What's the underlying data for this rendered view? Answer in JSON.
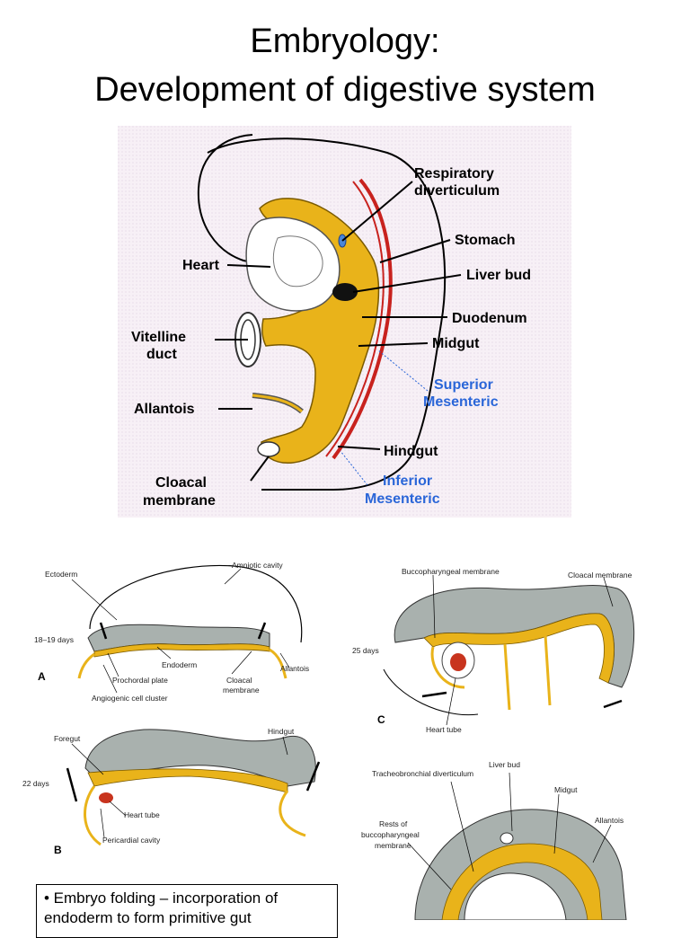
{
  "title": {
    "line1": "Embryology:",
    "line2": "Development of digestive system"
  },
  "colors": {
    "endoderm": "#e9b31a",
    "ectoderm_gray": "#a9b1ae",
    "vessel_red": "#c8221e",
    "label_blue": "#2a66d8",
    "background_main": "#f6eef6"
  },
  "main_diagram": {
    "labels": {
      "respiratory_1": "Respiratory",
      "respiratory_2": "diverticulum",
      "stomach": "Stomach",
      "heart": "Heart",
      "liver_bud": "Liver bud",
      "duodenum": "Duodenum",
      "vitelline_1": "Vitelline",
      "vitelline_2": "duct",
      "midgut": "Midgut",
      "superior_1": "Superior",
      "superior_2": "Mesenteric",
      "allantois": "Allantois",
      "hindgut": "Hindgut",
      "cloacal_1": "Cloacal",
      "cloacal_2": "membrane",
      "inferior_1": "Inferior",
      "inferior_2": "Mesenteric"
    }
  },
  "panel_a": {
    "letter": "A",
    "days": "18–19 days",
    "ectoderm": "Ectoderm",
    "amniotic": "Amniotic cavity",
    "endoderm": "Endoderm",
    "prochordal": "Prochordal plate",
    "angiogenic": "Angiogenic cell cluster",
    "cloacal_1": "Cloacal",
    "cloacal_2": "membrane",
    "allantois": "Allantois"
  },
  "panel_b": {
    "letter": "B",
    "days": "22 days",
    "foregut": "Foregut",
    "hindgut": "Hindgut",
    "heart_tube": "Heart tube",
    "pericardial": "Pericardial cavity"
  },
  "panel_c": {
    "letter": "C",
    "days": "25 days",
    "bucco": "Buccopharyngeal membrane",
    "cloacal": "Cloacal membrane",
    "heart_tube": "Heart tube"
  },
  "panel_d": {
    "tracheo": "Tracheobronchial diverticulum",
    "liver_bud": "Liver bud",
    "midgut": "Midgut",
    "allantois": "Allantois",
    "rests_1": "Rests of",
    "rests_2": "buccopharyngeal",
    "rests_3": "membrane"
  },
  "caption": {
    "text": "• Embryo folding – incorporation of endoderm to form primitive gut"
  }
}
